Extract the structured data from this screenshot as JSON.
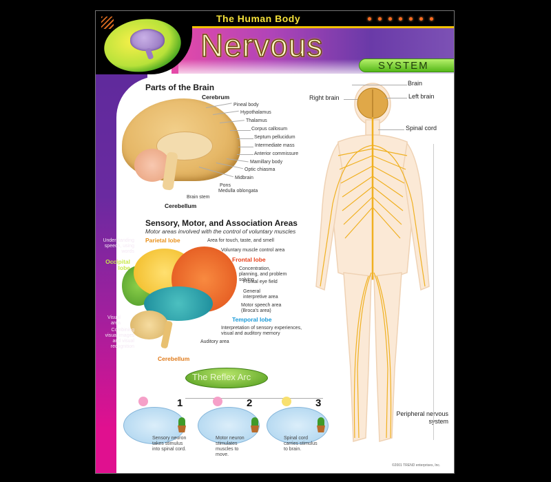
{
  "poster": {
    "series_title": "The Human Body",
    "main_title": "Nervous",
    "subtitle": "SYSTEM",
    "header_dots": 7,
    "colors": {
      "purple": "#6a2aa0",
      "magenta": "#e0108f",
      "yellow_title": "#f5e23a",
      "green_pill": "#56b81a",
      "frontal": "#e8401a",
      "temporal": "#1a9ad8",
      "cerebellum_label": "#e07a1a"
    }
  },
  "parts_of_brain": {
    "title": "Parts of the Brain",
    "top_label": "Cerebrum",
    "labels": [
      "Pineal body",
      "Hypothalamus",
      "Thalamus",
      "Corpus callosum",
      "Septum pellucidum",
      "Intermediate mass",
      "Anterior commissure",
      "Mamillary body",
      "Optic chiasma",
      "Midbrain",
      "Pons",
      "Medulla oblongata",
      "Brain stem"
    ],
    "bottom_label": "Cerebellum"
  },
  "areas": {
    "title": "Sensory, Motor, and Association Areas",
    "subtitle": "Motor areas involved with the control of voluntary muscles",
    "parietal": "Parietal lobe",
    "occipital": "Occipital lobe",
    "frontal": "Frontal lobe",
    "temporal": "Temporal lobe",
    "cerebellum": "Cerebellum",
    "right_labels": [
      "Area for touch, taste, and smell",
      "Voluntary muscle control area",
      "Concentration, planning, and problem solving",
      "Frontal eye field",
      "General interpretive area",
      "Motor speech area (Broca's area)",
      "Interpretation of sensory experiences, visual and auditory memory",
      "Auditory area"
    ],
    "left_labels": [
      "Understanding speech, using words",
      "Visual area",
      "Combining visual images and visual recognition"
    ]
  },
  "body": {
    "labels": {
      "brain": "Brain",
      "right_brain": "Right brain",
      "left_brain": "Left brain",
      "spinal_cord": "Spinal cord",
      "peripheral": "Peripheral nervous system"
    }
  },
  "reflex_arc": {
    "title": "The Reflex Arc",
    "steps": [
      {
        "number": "1",
        "caption": "Sensory neuron takes stimulus into spinal cord."
      },
      {
        "number": "2",
        "caption": "Motor neuron stimulates muscles to move."
      },
      {
        "number": "3",
        "caption": "Spinal cord carries stimulus to brain."
      }
    ]
  },
  "copyright": "©2001 TREND enterprises, Inc."
}
